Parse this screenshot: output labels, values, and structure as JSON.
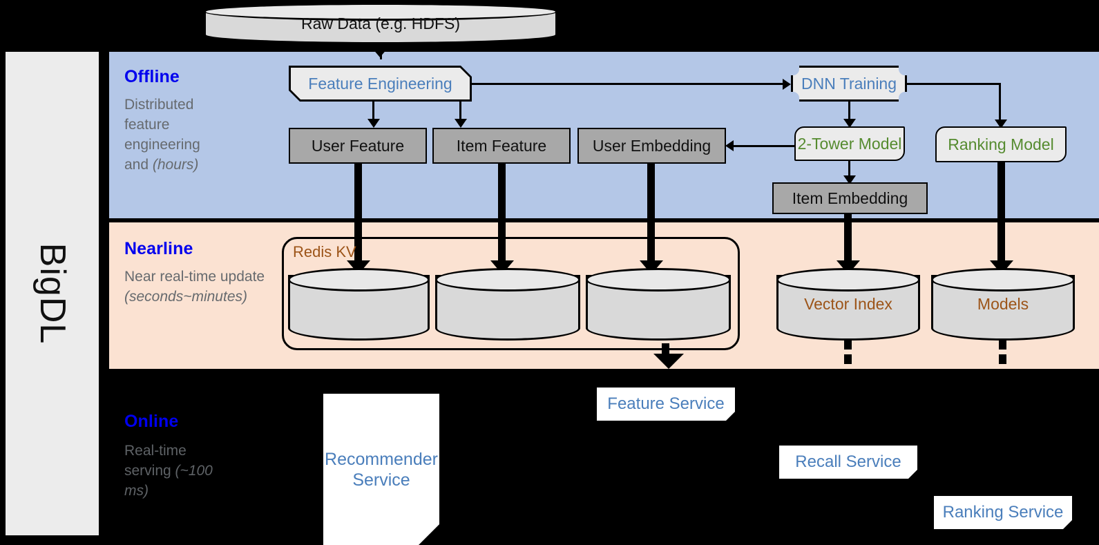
{
  "framework": {
    "name": "BigDL"
  },
  "sources": {
    "raw_data": "Raw Data (e.g. HDFS)"
  },
  "bands": [
    {
      "id": "offline",
      "title": "Offline",
      "description": "Distributed feature engineering and ",
      "description_em": "(hours)",
      "bg": "#b4c7e7"
    },
    {
      "id": "nearline",
      "title": "Nearline",
      "description": "Near real-time update ",
      "description_em": "(seconds~minutes)",
      "bg": "#fbe2d2"
    },
    {
      "id": "online",
      "title": "Online",
      "description": "Real-time serving ",
      "description_em": "(~100 ms)",
      "bg": "#000000"
    }
  ],
  "offline": {
    "feature_engineering": "Feature Engineering",
    "dnn_training": "DNN Training",
    "user_feature": "User Feature",
    "item_feature": "Item Feature",
    "user_embedding": "User Embedding",
    "two_tower_model": "2-Tower Model",
    "ranking_model": "Ranking Model",
    "item_embedding": "Item Embedding"
  },
  "nearline": {
    "redis_kv": "Redis KV",
    "store_1": "",
    "store_2": "",
    "store_3": "",
    "vector_index": "Vector Index",
    "models": "Models"
  },
  "online": {
    "recommender_service": "Recommender Service",
    "feature_service": "Feature Service",
    "recall_service": "Recall Service",
    "ranking_service": "Ranking Service"
  },
  "colors": {
    "offline_bg": "#b4c7e7",
    "nearline_bg": "#fbe2d2",
    "online_bg": "#000000",
    "band_title": "#0000ee",
    "band_desc": "#666a6e",
    "blue_label": "#4a7ebb",
    "green_label": "#558b2f",
    "brown_label": "#9c5418",
    "gray_box": "#a8a8a8",
    "light_box": "#ebebeb",
    "sidebar": "#ececec"
  }
}
